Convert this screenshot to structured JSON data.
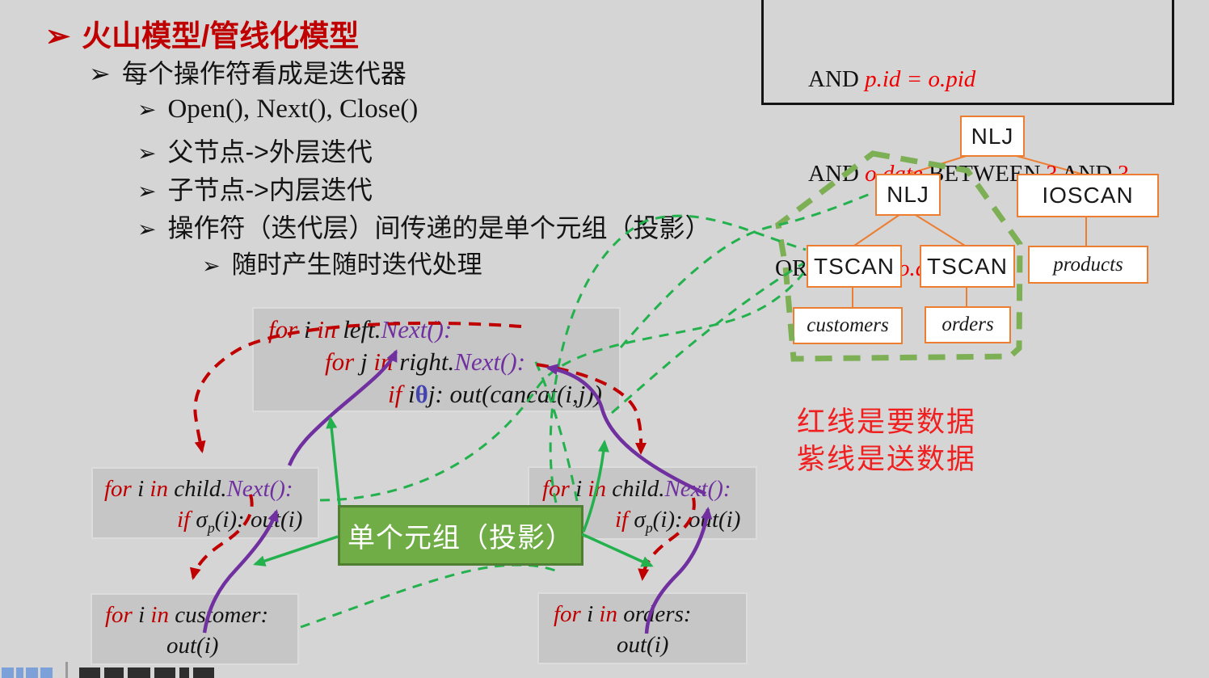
{
  "bullets": {
    "title": {
      "marker": "➢",
      "text": "火山模型/管线化模型"
    },
    "items": [
      {
        "marker": "➢",
        "text": "每个操作符看成是迭代器"
      },
      {
        "marker": "➢",
        "text": "Open(), Next(), Close()"
      },
      {
        "marker": "➢",
        "text": "父节点->外层迭代"
      },
      {
        "marker": "➢",
        "text": "子节点->内层迭代"
      },
      {
        "marker": "➢",
        "text": "操作符（迭代层）间传递的是单个元组（投影）"
      },
      {
        "marker": "➢",
        "text": "随时产生随时迭代处理"
      }
    ]
  },
  "sql": {
    "l1_kw": "AND ",
    "l1_expr": "p.id = o.pid",
    "l2_kw1": "AND ",
    "l2_col": "o.date",
    "l2_kw2": " BETWEEN ",
    "l2_q1": "?",
    "l2_kw3": " AND ",
    "l2_q2": "?",
    "l3_kw": "ORDER BY ",
    "l3_col": "o.date"
  },
  "tree": {
    "root": "NLJ",
    "nlj": "NLJ",
    "ioscan": "IOSCAN",
    "tscan_left": "TSCAN",
    "tscan_right": "TSCAN",
    "products": "products",
    "customers": "customers",
    "orders": "orders"
  },
  "code": {
    "nlj": {
      "l1": {
        "kw1": "for",
        "v1": " i ",
        "kw2": "in",
        "obj": " left.",
        "call": "Next():"
      },
      "l2": {
        "kw1": "for",
        "v1": " j ",
        "kw2": "in",
        "obj": " right.",
        "call": "Next():"
      },
      "l3": {
        "kw1": "if",
        "pre": " i",
        "theta": "θ",
        "post": "j: out(cancat(i,j))"
      }
    },
    "filter_left": {
      "l1": {
        "kw1": "for",
        "v1": " i ",
        "kw2": "in",
        "obj": " child.",
        "call": "Next():"
      },
      "l2": {
        "kw1": "if",
        "pre": " σ",
        "sub": "p",
        "post": "(i): out(i)"
      }
    },
    "filter_right": {
      "l1": {
        "kw1": "for",
        "v1": " i ",
        "kw2": "in",
        "obj": " child.",
        "call": "Next():"
      },
      "l2": {
        "kw1": "if",
        "pre": " σ",
        "sub": "p",
        "post": "(i): out(i)"
      }
    },
    "scan_customer": {
      "l1": {
        "kw1": "for",
        "v1": " i ",
        "kw2": "in",
        "obj": " customer:"
      },
      "l2": "out(i)"
    },
    "scan_orders": {
      "l1": {
        "kw1": "for",
        "v1": " i ",
        "kw2": "in",
        "obj": " orders:"
      },
      "l2": "out(i)"
    }
  },
  "green_box": {
    "label": "单个元组（投影）"
  },
  "legend": {
    "line1": "红线是要数据",
    "line2": "紫线是送数据"
  },
  "colors": {
    "title_red": "#c00000",
    "request_arrow_red": "#c00000",
    "send_arrow_purple": "#7030a0",
    "tuple_arrow_green": "#22b14c",
    "pipeline_outline_green": "#7daf55",
    "node_border_orange": "#ed7d31",
    "green_box_fill": "#71ad47",
    "legend_red": "#f02020"
  }
}
